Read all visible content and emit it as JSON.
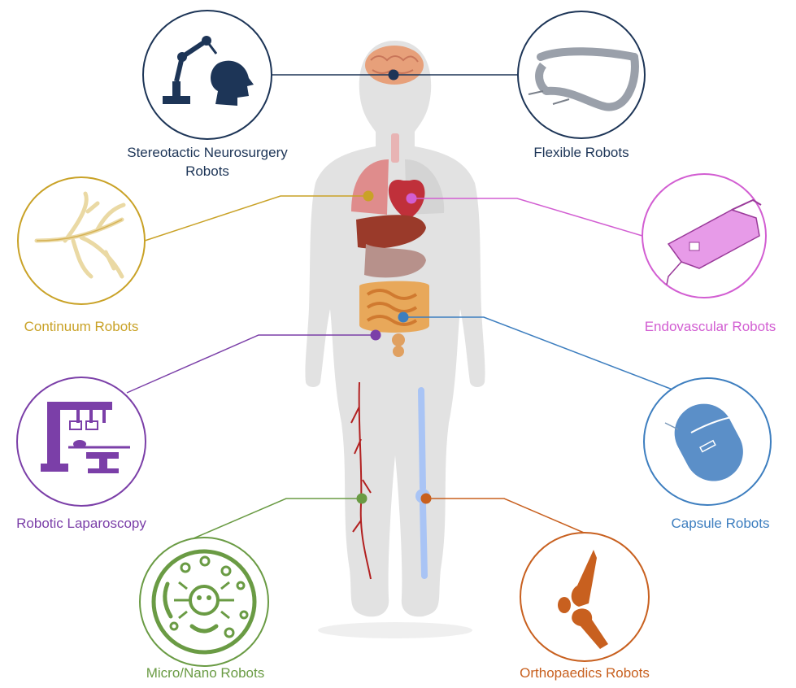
{
  "colors": {
    "neuro": "#1d3557",
    "flexible": "#1d3557",
    "continuum": "#c9a227",
    "endovascular": "#d25ed2",
    "laparoscopy": "#7b3fa8",
    "capsule": "#3d7ebf",
    "micro_nano": "#6a9b44",
    "orthopaedics": "#c8601f",
    "body": "#e4e4e4",
    "body_shadow": "#ececec"
  },
  "labels": {
    "neuro": {
      "line1": "Stereotactic Neurosurgery",
      "line2": "Robots"
    },
    "flexible": "Flexible Robots",
    "continuum": "Continuum Robots",
    "endovascular": "Endovascular Robots",
    "laparoscopy": "Robotic Laparoscopy",
    "capsule": "Capsule Robots",
    "micro_nano": "Micro/Nano Robots",
    "orthopaedics": "Orthopaedics Robots"
  },
  "icons": {
    "neuro": "robot-arm-head-icon",
    "flexible": "flexible-instrument-icon",
    "continuum": "branching-airway-icon",
    "endovascular": "endovascular-catheter-icon",
    "laparoscopy": "surgical-robot-table-icon",
    "capsule": "capsule-icon",
    "micro_nano": "microbot-cell-icon",
    "orthopaedics": "knee-joint-icon"
  }
}
